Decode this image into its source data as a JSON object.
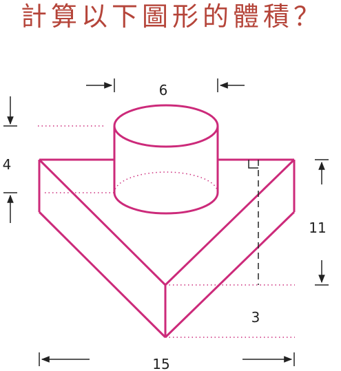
{
  "title": "計算以下圖形的體積？",
  "labels": {
    "cylinder_diameter": "6",
    "cylinder_height": "4",
    "prism_height": "11",
    "prism_thickness": "3",
    "prism_base": "15"
  },
  "colors": {
    "title": "#b5453a",
    "shape": "#cc2a7a",
    "dimension": "#222222"
  }
}
